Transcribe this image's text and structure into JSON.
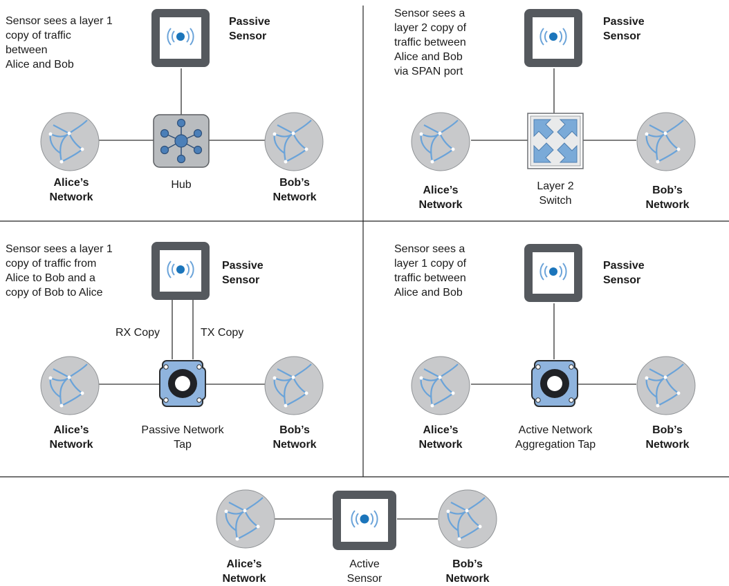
{
  "panel_hub": {
    "description": [
      "Sensor sees a layer 1",
      "copy of traffic",
      "between",
      "Alice and Bob"
    ],
    "sensor_label": [
      "Passive",
      "Sensor"
    ],
    "device_label": [
      "Hub"
    ],
    "alice_label": [
      "Alice’s",
      "Network"
    ],
    "bob_label": [
      "Bob’s",
      "Network"
    ]
  },
  "panel_switch": {
    "description": [
      "Sensor sees a",
      "layer 2 copy of",
      "traffic between",
      "Alice and Bob",
      "via SPAN port"
    ],
    "sensor_label": [
      "Passive",
      "Sensor"
    ],
    "device_label": [
      "Layer 2",
      "Switch"
    ],
    "alice_label": [
      "Alice’s",
      "Network"
    ],
    "bob_label": [
      "Bob’s",
      "Network"
    ]
  },
  "panel_passive_tap": {
    "description": [
      "Sensor sees a layer 1",
      "copy of traffic from",
      "Alice to Bob and a",
      "copy of Bob to Alice"
    ],
    "sensor_label": [
      "Passive",
      "Sensor"
    ],
    "rx_label": "RX Copy",
    "tx_label": "TX Copy",
    "device_label": [
      "Passive Network",
      "Tap"
    ],
    "alice_label": [
      "Alice’s",
      "Network"
    ],
    "bob_label": [
      "Bob’s",
      "Network"
    ]
  },
  "panel_active_tap": {
    "description": [
      "Sensor sees a",
      "layer 1 copy of",
      "traffic between",
      "Alice and Bob"
    ],
    "sensor_label": [
      "Passive",
      "Sensor"
    ],
    "device_label": [
      "Active Network",
      "Aggregation Tap"
    ],
    "alice_label": [
      "Alice’s",
      "Network"
    ],
    "bob_label": [
      "Bob’s",
      "Network"
    ]
  },
  "panel_active_sensor": {
    "device_label": [
      "Active",
      "Sensor"
    ],
    "alice_label": [
      "Alice’s",
      "Network"
    ],
    "bob_label": [
      "Bob’s",
      "Network"
    ]
  },
  "colors": {
    "sensor_frame": "#55595e",
    "sensor_dot": "#1b75bb",
    "wave": "#6aa3d9",
    "globe": "#c8c9cb",
    "network_arrows": "#6aa3d9",
    "hub_box": "#b9bcbf",
    "hub_node": "#4b7fb8",
    "switch_arrows": "#7aaad8",
    "tap_body": "#8fb4de",
    "divider": "#222222"
  },
  "icons": [
    "passive-sensor-icon",
    "network-globe-icon",
    "hub-icon",
    "layer2-switch-icon",
    "network-tap-icon",
    "active-sensor-icon"
  ]
}
